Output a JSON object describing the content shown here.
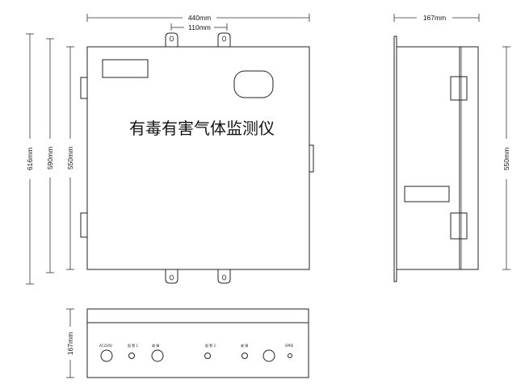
{
  "title": "有毒有害气体监测仪",
  "dimensions": {
    "front_width": "440mm",
    "mount_spacing": "110mm",
    "side_depth": "167mm",
    "total_height": "616mm",
    "mount_height": "590mm",
    "body_height": "550mm",
    "side_height": "550mm",
    "bottom_depth": "167mm"
  },
  "panel_labels": {
    "ac220v": "AC220V",
    "alarm_1": "报 警 1",
    "fault_1": "故 障",
    "alarm_2": "报 警 2",
    "fault_2": "故 障",
    "spare": "SPRE"
  }
}
